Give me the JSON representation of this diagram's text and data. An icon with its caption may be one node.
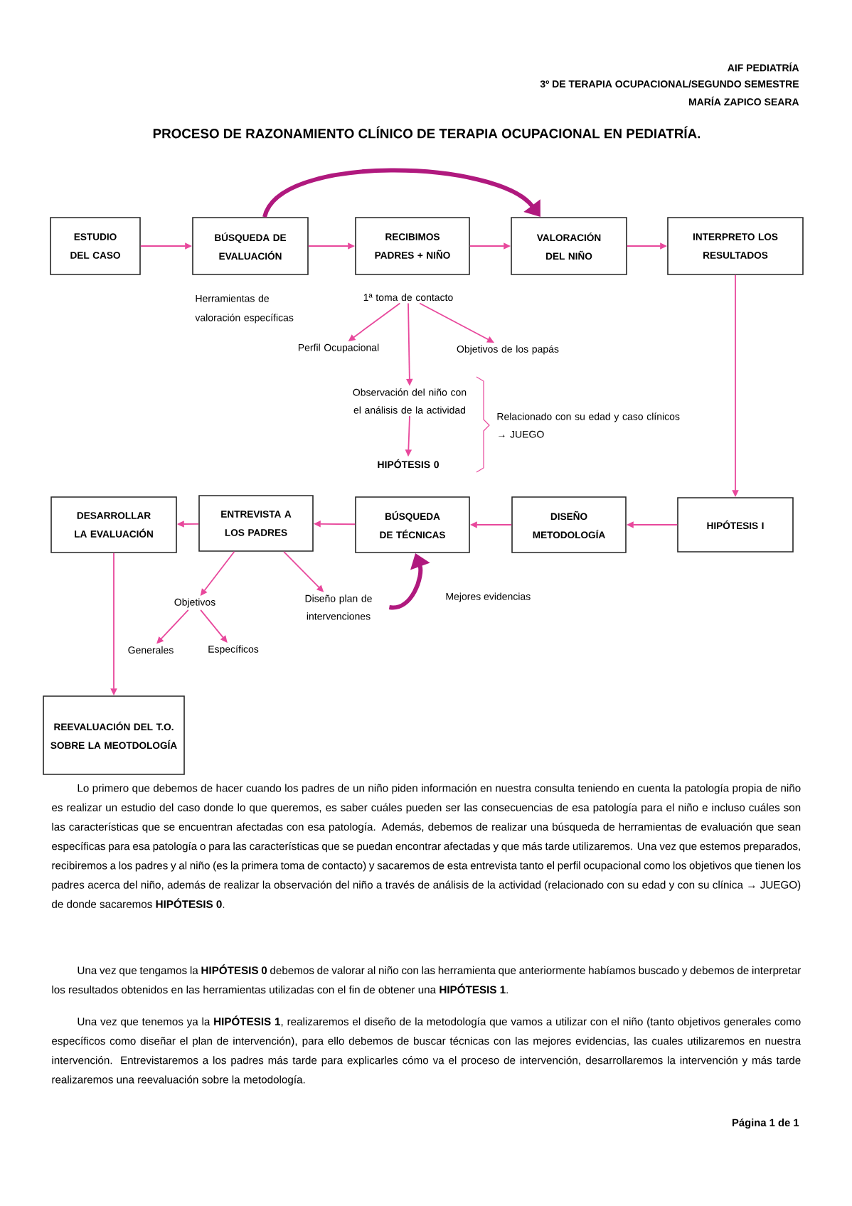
{
  "diagram": {
    "title": "PROCESO DE RAZONAMIENTO CLÍNICO DE TERAPIA OCUPACIONAL EN PEDIATRÍA.",
    "nodes": [
      {
        "text": [
          "ESTUDIO DEL CASO"
        ]
      },
      {
        "text": [
          "BÚSQUEDA DE EVALUACIÓN"
        ],
        "beside": [
          "Herramientas de valoración específicas"
        ]
      },
      {
        "text": [
          "RECIBIMOS PADRES + NIÑO"
        ]
      },
      {
        "text": [
          "VALORACIÓN DEL NIÑO"
        ]
      },
      {
        "text": [
          "INTERPRETO LOS RESULTADOS"
        ]
      },
      {
        "text": [
          "1ª toma de contacto"
        ]
      },
      {
        "text": [
          "Perfil Ocupacional"
        ]
      },
      {
        "text": [
          "Objetivos de los papás"
        ]
      },
      {
        "text": [
          "Observación del niño con el análisis de la actividad"
        ]
      },
      {
        "text": [
          "HIPÓTESIS 0"
        ]
      },
      {
        "text": [
          "HIPÓTESIS I"
        ]
      },
      {
        "text": [
          "DISEÑO METODOLOGÍA"
        ]
      },
      {
        "text": [
          "BÚSQUEDA DE TÉCNICAS"
        ]
      },
      {
        "text": [
          "ENTREVISTA A LOS PADRES"
        ]
      },
      {
        "text": [
          "DESARROLLAR LA EVALUACIÓN"
        ]
      },
      {
        "text": [
          "Objetivos"
        ]
      },
      {
        "text": [
          "Diseño plan de intervenciones"
        ]
      },
      {
        "text": [
          "Generales"
        ]
      },
      {
        "text": [
          "Específicos"
        ]
      },
      {
        "text": [
          "REEVALUACIÓN DEL T.O. SOBRE LA MEOTDOLOGÍA"
        ]
      }
    ],
    "edges": [
      {
        "from": 0,
        "to": 1,
        "arrow": "to"
      },
      {
        "from": 1,
        "to": 2,
        "arrow": "to"
      },
      {
        "from": 2,
        "to": 3,
        "arrow": "to"
      },
      {
        "from": 3,
        "to": 4,
        "arrow": "to"
      },
      {
        "from": 1,
        "to": 3,
        "arrow": "to",
        "style": "thick",
        "color": "#b0197e"
      },
      {
        "from": 5,
        "to": 6,
        "arrow": "to"
      },
      {
        "from": 5,
        "to": 7,
        "arrow": "to"
      },
      {
        "from": 5,
        "to": 8,
        "arrow": "to"
      },
      {
        "from": 8,
        "to": 9,
        "arrow": "to"
      },
      {
        "from": 4,
        "to": 10,
        "arrow": "to"
      },
      {
        "from": 10,
        "to": 11,
        "arrow": "to"
      },
      {
        "from": 11,
        "to": 12,
        "arrow": "to"
      },
      {
        "from": 12,
        "to": 13,
        "arrow": "to"
      },
      {
        "from": 13,
        "to": 14,
        "arrow": "to"
      },
      {
        "from": 13,
        "to": 15,
        "arrow": "to"
      },
      {
        "from": 13,
        "to": 16,
        "arrow": "to"
      },
      {
        "from": 15,
        "to": 17,
        "arrow": "to"
      },
      {
        "from": 15,
        "to": 18,
        "arrow": "to"
      },
      {
        "from": 16,
        "to": 12,
        "arrow": "to",
        "label": "Mejores evidencias",
        "style": "thick",
        "color": "#b0197e"
      },
      {
        "from": 14,
        "to": 19,
        "arrow": "to"
      }
    ],
    "labels": [
      "AIF PEDIATRÍA",
      "3º DE TERAPIA OCUPACIONAL/SEGUNDO SEMESTRE",
      "MARÍA ZAPICO SEARA",
      "Relacionado con su edad y caso clínicos → JUEGO",
      "Lo primero que debemos de hacer cuando los padres de un niño piden información en nuestra consulta teniendo en cuenta la patología propia de niño es realizar un estudio del caso donde lo que queremos, es saber cuáles pueden ser las consecuencias de esa patología para el niño e incluso cuáles son las características que se encuentran afectadas con esa patología. Además, debemos de realizar una búsqueda de herramientas de evaluación que sean específicas para esa patología o para las características que se puedan encontrar afectadas y que más tarde utilizaremos. Una vez que estemos preparados, recibiremos a los padres y al niño (es la primera toma de contacto) y sacaremos de esta entrevista tanto el perfil ocupacional como los objetivos que tienen los padres acerca del niño, además de realizar la observación del niño a través de análisis de la actividad (relacionado con su edad y con su clínica → JUEGO) de donde sacaremos **HIPÓTESIS 0**.",
      "Una vez que tengamos la **HIPÓTESIS 0** debemos de valorar al niño con las herramienta que anteriormente habíamos buscado y debemos de interpretar los resultados obtenidos en las herramientas utilizadas con el fin de obtener una **HIPÓTESIS 1**.",
      "Una vez que tenemos ya la **HIPÓTESIS 1**, realizaremos el diseño de la metodología que vamos a utilizar con el niño (tanto objetivos generales como específicos como diseñar el plan de intervención), para ello debemos de buscar técnicas con las mejores evidencias, las cuales utilizaremos en nuestra intervención. Entrevistaremos a los padres más tarde para explicarles cómo va el proceso de intervención, desarrollaremos la intervención y más tarde realizaremos una reevaluación sobre la metodología.",
      "Página 1 de 1"
    ]
  }
}
